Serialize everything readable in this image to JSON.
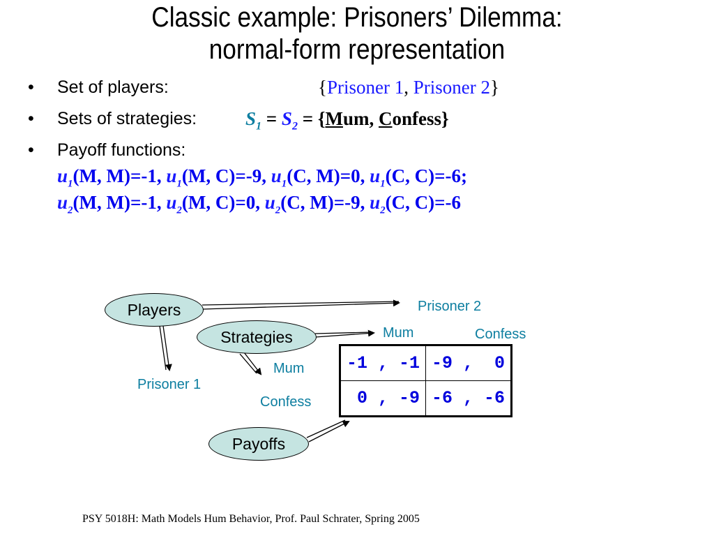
{
  "title": {
    "line1": "Classic example: Prisoners’ Dilemma:",
    "line2": "normal-form representation"
  },
  "bullets": {
    "players": {
      "label": "Set of players:",
      "open": "{",
      "p1": "Prisoner 1",
      "comma": ", ",
      "p2": "Prisoner 2",
      "close": "}"
    },
    "strategies": {
      "label": "Sets of strategies:",
      "s1": "S",
      "s1_sub": "1",
      "eq1": " = ",
      "s2": "S",
      "s2_sub": "2",
      "set_open": " = {",
      "mum_initial": "M",
      "mum_rest": "um, ",
      "confess_initial": "C",
      "confess_rest": "onfess}"
    },
    "payoffs": {
      "label": "Payoff functions:"
    }
  },
  "payoff_functions": {
    "u1": [
      {
        "u": "u",
        "sub": "1",
        "args": "(M, M)=-1, "
      },
      {
        "u": "u",
        "sub": "1",
        "args": "(M, C)=-9, "
      },
      {
        "u": "u",
        "sub": "1",
        "args": "(C, M)=0, "
      },
      {
        "u": "u",
        "sub": "1",
        "args": "(C, C)=-6;"
      }
    ],
    "u2": [
      {
        "u": "u",
        "sub": "2",
        "args": "(M, M)=-1, "
      },
      {
        "u": "u",
        "sub": "2",
        "args": "(M, C)=0, "
      },
      {
        "u": "u",
        "sub": "2",
        "args": "(C, M)=-9, "
      },
      {
        "u": "u",
        "sub": "2",
        "args": "(C, C)=-6"
      }
    ]
  },
  "diagram": {
    "players_label": "Players",
    "strategies_label": "Strategies",
    "payoffs_label": "Payoffs",
    "prisoner1": "Prisoner 1",
    "prisoner2": "Prisoner 2",
    "col_mum": "Mum",
    "col_confess": "Confess",
    "row_mum": "Mum",
    "row_confess": "Confess",
    "ellipse_fill": "#c5e4e1",
    "label_color": "#0d7ea0",
    "matrix": [
      [
        "-1 , -1",
        "-9 ,  0"
      ],
      [
        " 0 , -9",
        "-6 , -6"
      ]
    ]
  },
  "footer": "PSY 5018H: Math Models Hum Behavior, Prof. Paul Schrater, Spring 2005"
}
